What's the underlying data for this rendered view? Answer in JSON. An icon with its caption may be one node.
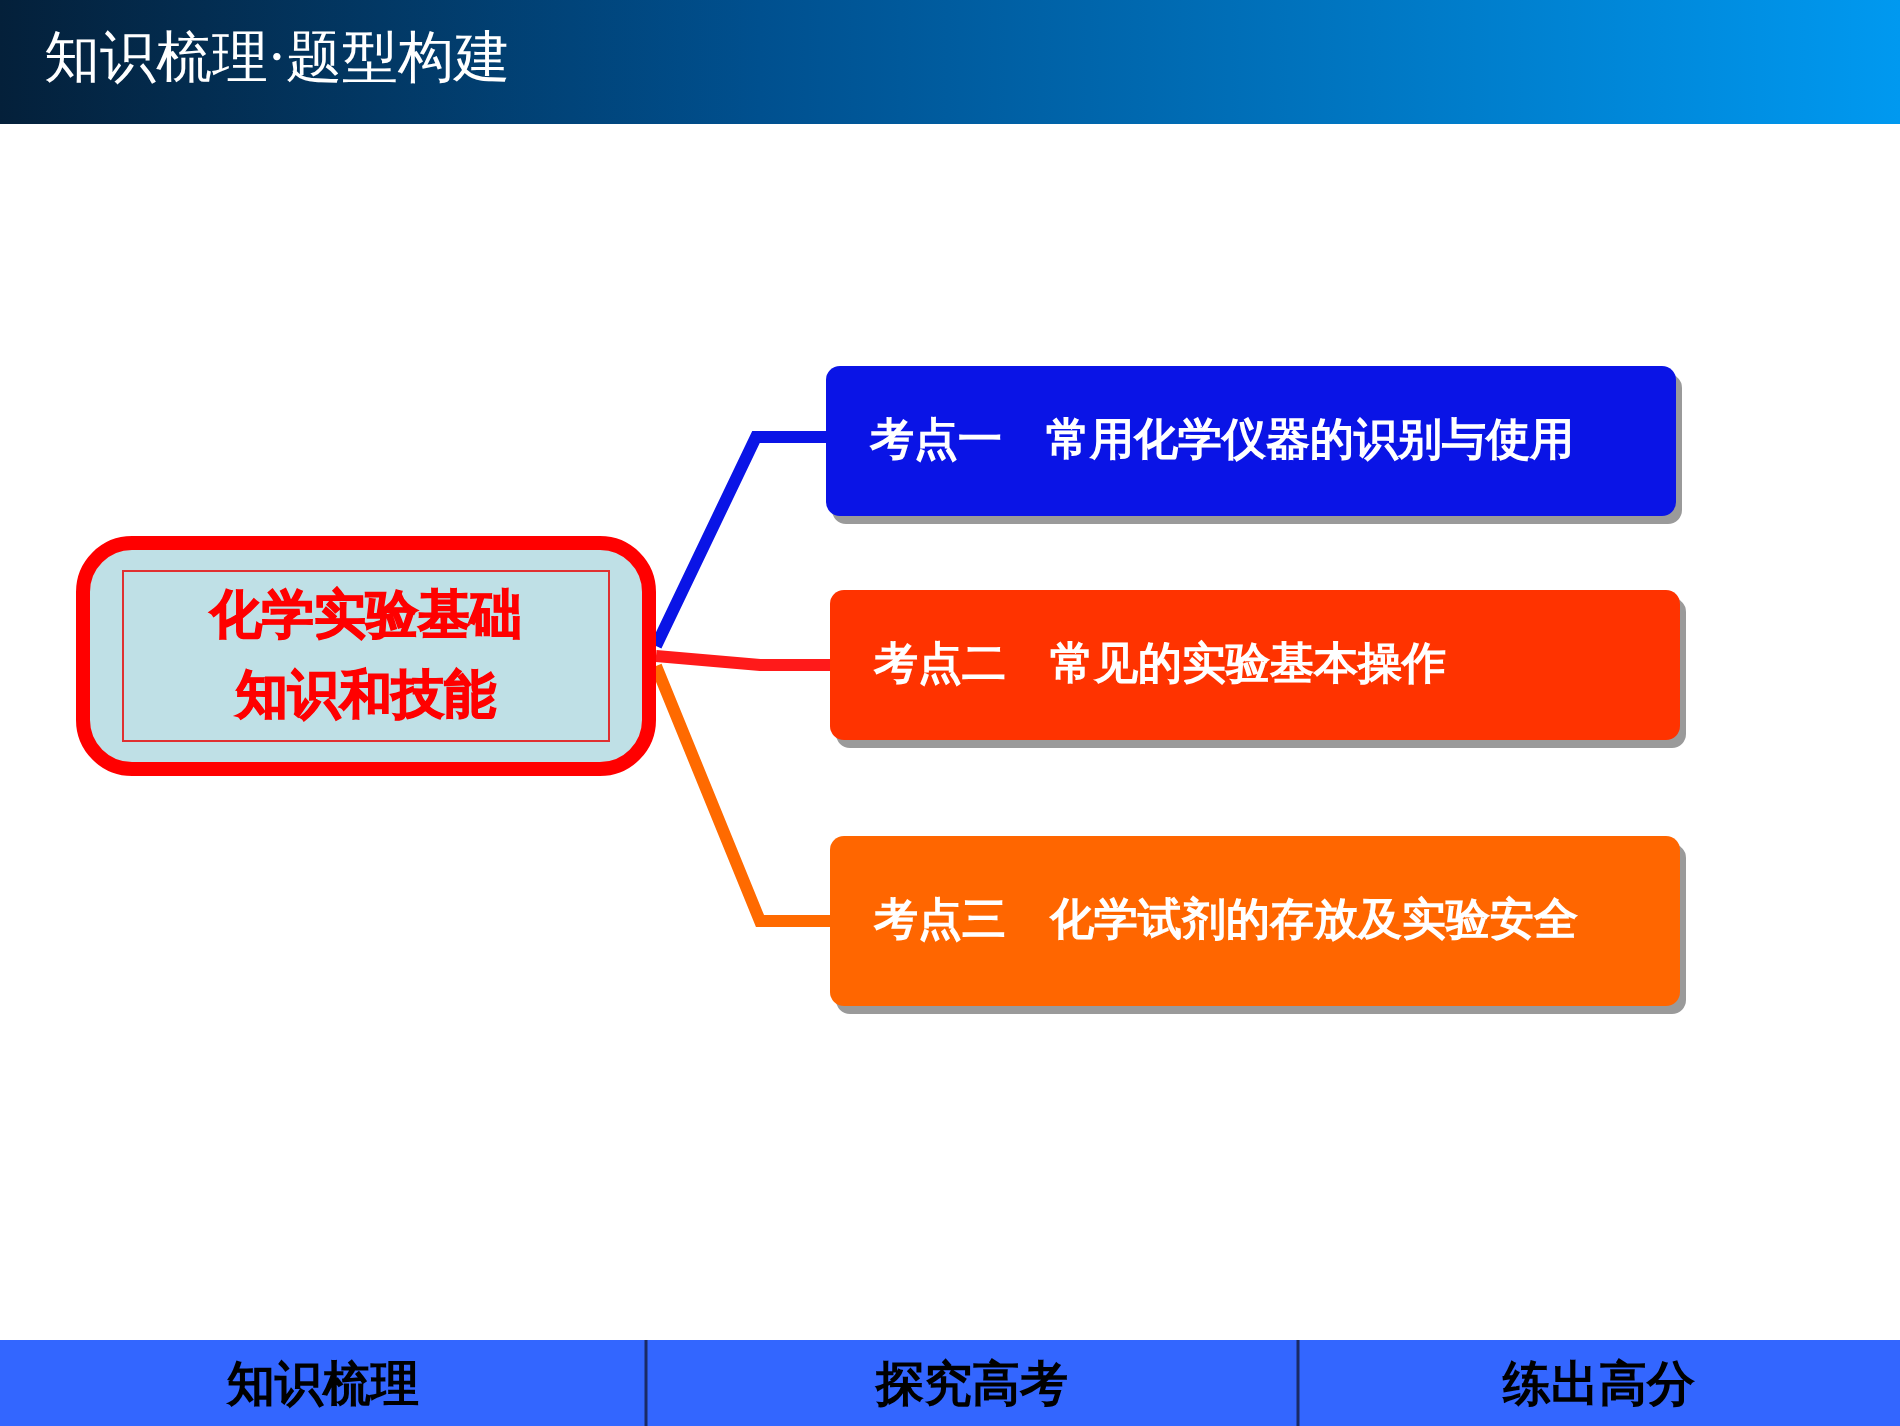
{
  "diagram": {
    "title": "知识梳理·题型构建",
    "nodes": [
      {
        "text": [
          "化学实验基础知识和技能"
        ]
      },
      {
        "text": [
          "考点一　常用化学仪器的识别与使用"
        ]
      },
      {
        "text": [
          "考点二　常见的实验基本操作"
        ]
      },
      {
        "text": [
          "考点三　化学试剂的存放及实验安全"
        ]
      }
    ],
    "edges": [
      {
        "from": 0,
        "to": 1,
        "arrow": "none",
        "color": "#0a14e6"
      },
      {
        "from": 0,
        "to": 2,
        "arrow": "none",
        "color": "#ff1a1a"
      },
      {
        "from": 0,
        "to": 3,
        "arrow": "none",
        "color": "#ff6a00"
      }
    ],
    "labels": [
      "知识梳理",
      "探究高考",
      "练出高分"
    ]
  }
}
